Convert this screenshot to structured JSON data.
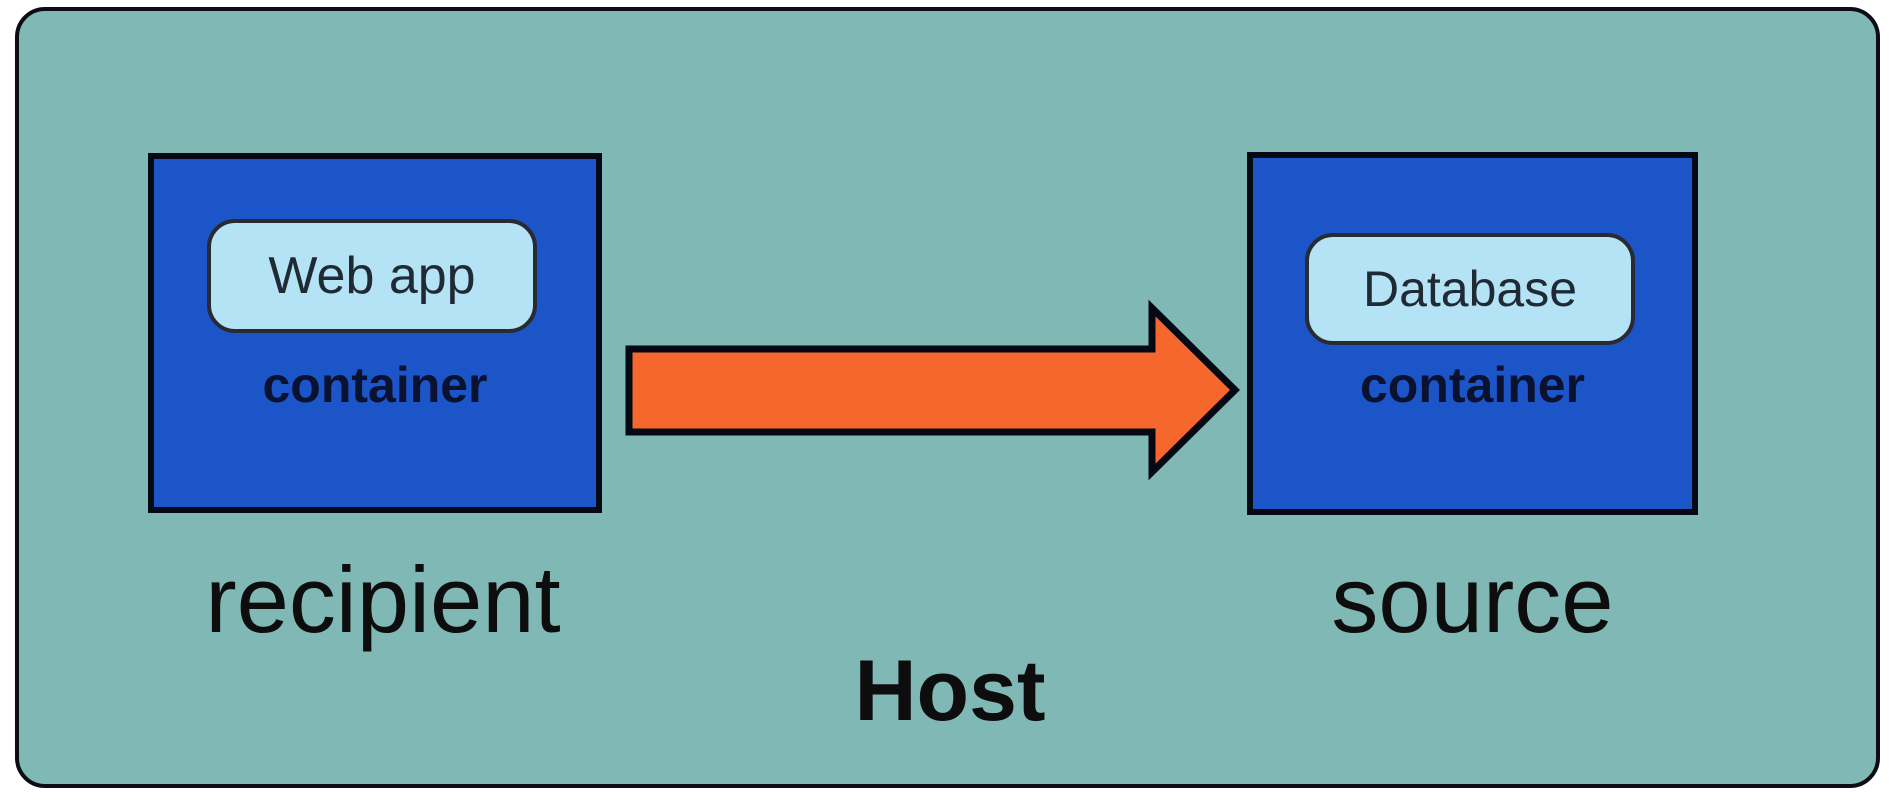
{
  "diagram": {
    "host": {
      "label": "Host"
    },
    "nodes": [
      {
        "id": "webapp",
        "inner_label": "Web app",
        "type_label": "container",
        "role_label": "recipient"
      },
      {
        "id": "database",
        "inner_label": "Database",
        "type_label": "container",
        "role_label": "source"
      }
    ],
    "edges": [
      {
        "from": "webapp",
        "to": "database",
        "style": "block-arrow"
      }
    ],
    "colors": {
      "host_fill": "#80b8b5",
      "container_fill": "#1c55c8",
      "pill_fill": "#b3e3f4",
      "arrow_fill": "#f5672c",
      "outline": "#050914"
    }
  }
}
